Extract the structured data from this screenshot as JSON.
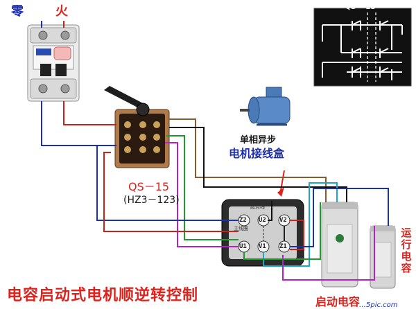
{
  "labels": {
    "zero_line": "零",
    "live_line": "火",
    "switch_schematic_title": "QS－15",
    "motor_type": "单相异步",
    "motor_terminal_box": "电机接线盒",
    "switch_model": "QS－15",
    "switch_alt_model": "(HZ3－123)",
    "start_capacitor": "启动电容",
    "run_capacitor": "运行电容",
    "main_title": "电容启动式电机顺逆转控制",
    "box_caption_a": "起点线",
    "box_caption_b": "主线圈",
    "watermark": "…5pic.com"
  },
  "terminals": {
    "z2": "Z2",
    "u2": "U2",
    "v2": "V2",
    "u1": "U1",
    "v1": "V1",
    "z1": "Z1"
  },
  "colors": {
    "wire_red": "#c8221c",
    "wire_blue": "#1a2fb8",
    "wire_green": "#1e9a2c",
    "wire_brown": "#8a5a2a",
    "wire_purple": "#b321c8",
    "wire_cyan": "#1aa7c8",
    "wire_black": "#111111",
    "title_red": "#e0221c",
    "label_blue": "#1c2fb0"
  }
}
